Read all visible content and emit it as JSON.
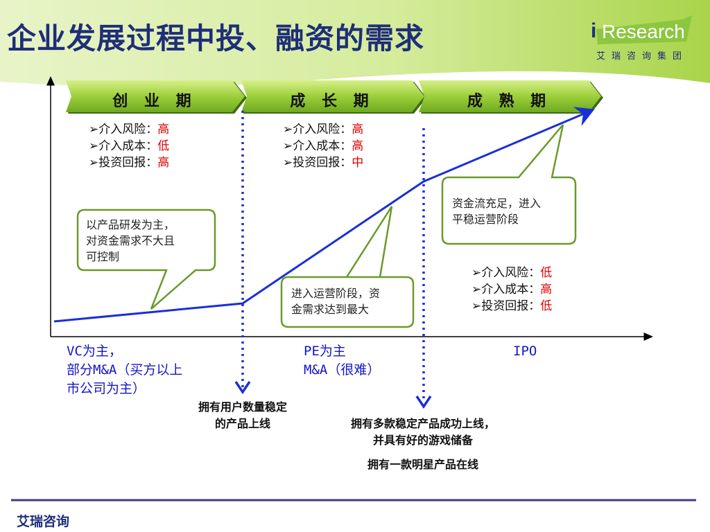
{
  "title": "企业发展过程中投、融资的需求",
  "logo": {
    "i": "i",
    "research": "Research",
    "sub": "艾瑞咨询集团"
  },
  "phases": [
    {
      "label": "创 业 期"
    },
    {
      "label": "成 长 期"
    },
    {
      "label": "成 熟 期"
    }
  ],
  "metrics": [
    {
      "rows": [
        {
          "k": "介入风险：",
          "v": "高"
        },
        {
          "k": "介入成本：",
          "v": "低"
        },
        {
          "k": "投资回报：",
          "v": "高"
        }
      ]
    },
    {
      "rows": [
        {
          "k": "介入风险：",
          "v": "高"
        },
        {
          "k": "介入成本：",
          "v": "高"
        },
        {
          "k": "投资回报：",
          "v": "中"
        }
      ]
    },
    {
      "rows": [
        {
          "k": "介入风险：",
          "v": "低"
        },
        {
          "k": "介入成本：",
          "v": "高"
        },
        {
          "k": "投资回报：",
          "v": "低"
        }
      ]
    }
  ],
  "callouts": [
    {
      "lines": [
        "以产品研发为主，",
        "对资金需求不大且",
        "可控制"
      ]
    },
    {
      "lines": [
        "进入运营阶段，资",
        "金需求达到最大"
      ]
    },
    {
      "lines": [
        "资金流充足，进入",
        "平稳运营阶段"
      ]
    }
  ],
  "financing": [
    {
      "lines": [
        "VC为主，",
        "部分M&A（买方以上",
        "市公司为主）"
      ]
    },
    {
      "lines": [
        "PE为主",
        "M&A（很难）"
      ]
    },
    {
      "lines": [
        "IPO"
      ]
    }
  ],
  "milestones": [
    {
      "lines": [
        "拥有用户数量稳定",
        "的产品上线"
      ]
    },
    {
      "lines": [
        "拥有多款稳定产品成功上线，",
        "并具有好的游戏储备"
      ]
    },
    {
      "lines": [
        "拥有一款明星产品在线"
      ]
    }
  ],
  "footer": "艾瑞咨询",
  "colors": {
    "title": "#1f2d7a",
    "curve": "#1a2fd6",
    "phase_green": "#8dc63f",
    "callout_border": "#6a9a2a",
    "highlight": "#e00000",
    "financing": "#1515c8"
  }
}
